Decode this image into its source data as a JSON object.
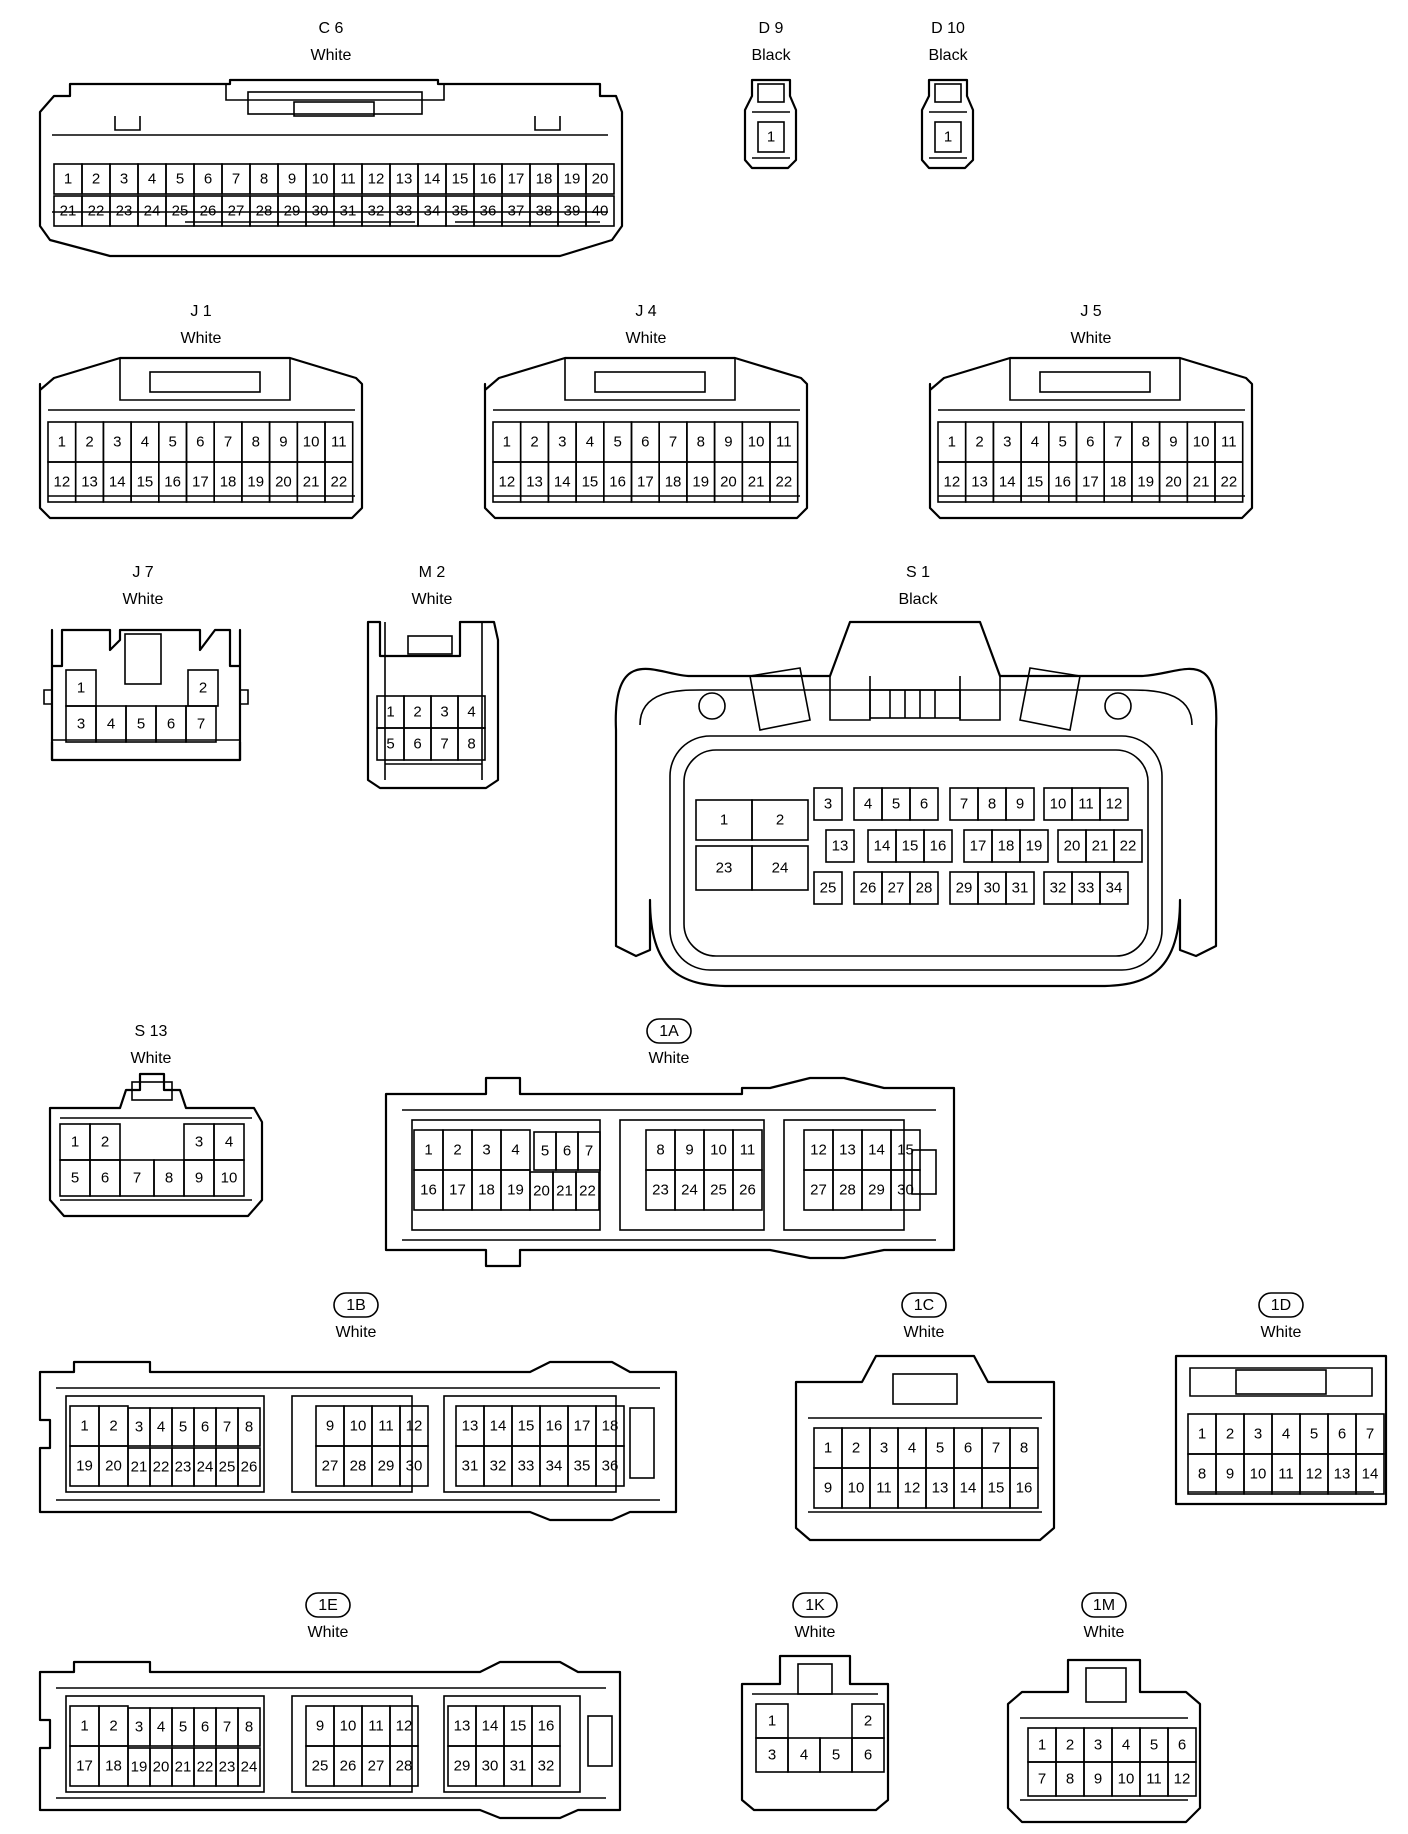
{
  "connectors": [
    {
      "id": "C6",
      "code": "C 6",
      "color": "White",
      "boxed": false,
      "pins": [
        "1",
        "2",
        "3",
        "4",
        "5",
        "6",
        "7",
        "8",
        "9",
        "10",
        "11",
        "12",
        "13",
        "14",
        "15",
        "16",
        "17",
        "18",
        "19",
        "20",
        "21",
        "22",
        "23",
        "24",
        "25",
        "26",
        "27",
        "28",
        "29",
        "30",
        "31",
        "32",
        "33",
        "34",
        "35",
        "36",
        "37",
        "38",
        "39",
        "40"
      ]
    },
    {
      "id": "D9",
      "code": "D 9",
      "color": "Black",
      "boxed": false,
      "pins": [
        "1"
      ]
    },
    {
      "id": "D10",
      "code": "D 10",
      "color": "Black",
      "boxed": false,
      "pins": [
        "1"
      ]
    },
    {
      "id": "J1",
      "code": "J 1",
      "color": "White",
      "boxed": false,
      "pins": [
        "1",
        "2",
        "3",
        "4",
        "5",
        "6",
        "7",
        "8",
        "9",
        "10",
        "11",
        "12",
        "13",
        "14",
        "15",
        "16",
        "17",
        "18",
        "19",
        "20",
        "21",
        "22"
      ]
    },
    {
      "id": "J4",
      "code": "J 4",
      "color": "White",
      "boxed": false,
      "pins": [
        "1",
        "2",
        "3",
        "4",
        "5",
        "6",
        "7",
        "8",
        "9",
        "10",
        "11",
        "12",
        "13",
        "14",
        "15",
        "16",
        "17",
        "18",
        "19",
        "20",
        "21",
        "22"
      ]
    },
    {
      "id": "J5",
      "code": "J 5",
      "color": "White",
      "boxed": false,
      "pins": [
        "1",
        "2",
        "3",
        "4",
        "5",
        "6",
        "7",
        "8",
        "9",
        "10",
        "11",
        "12",
        "13",
        "14",
        "15",
        "16",
        "17",
        "18",
        "19",
        "20",
        "21",
        "22"
      ]
    },
    {
      "id": "J7",
      "code": "J 7",
      "color": "White",
      "boxed": false,
      "pins": [
        "1",
        "2",
        "3",
        "4",
        "5",
        "6",
        "7"
      ]
    },
    {
      "id": "M2",
      "code": "M 2",
      "color": "White",
      "boxed": false,
      "pins": [
        "1",
        "2",
        "3",
        "4",
        "5",
        "6",
        "7",
        "8"
      ]
    },
    {
      "id": "S1",
      "code": "S 1",
      "color": "Black",
      "boxed": false,
      "pins": [
        "1",
        "2",
        "3",
        "4",
        "5",
        "6",
        "7",
        "8",
        "9",
        "10",
        "11",
        "12",
        "13",
        "14",
        "15",
        "16",
        "17",
        "18",
        "19",
        "20",
        "21",
        "22",
        "23",
        "24",
        "25",
        "26",
        "27",
        "28",
        "29",
        "30",
        "31",
        "32",
        "33",
        "34"
      ]
    },
    {
      "id": "S13",
      "code": "S 13",
      "color": "White",
      "boxed": false,
      "pins": [
        "1",
        "2",
        "3",
        "4",
        "5",
        "6",
        "7",
        "8",
        "9",
        "10"
      ]
    },
    {
      "id": "1A",
      "code": "1A",
      "color": "White",
      "boxed": true,
      "pins": [
        "1",
        "2",
        "3",
        "4",
        "5",
        "6",
        "7",
        "8",
        "9",
        "10",
        "11",
        "12",
        "13",
        "14",
        "15",
        "16",
        "17",
        "18",
        "19",
        "20",
        "21",
        "22",
        "23",
        "24",
        "25",
        "26",
        "27",
        "28",
        "29",
        "30"
      ]
    },
    {
      "id": "1B",
      "code": "1B",
      "color": "White",
      "boxed": true,
      "pins": [
        "1",
        "2",
        "3",
        "4",
        "5",
        "6",
        "7",
        "8",
        "9",
        "10",
        "11",
        "12",
        "13",
        "14",
        "15",
        "16",
        "17",
        "18",
        "19",
        "20",
        "21",
        "22",
        "23",
        "24",
        "25",
        "26",
        "27",
        "28",
        "29",
        "30",
        "31",
        "32",
        "33",
        "34",
        "35",
        "36"
      ]
    },
    {
      "id": "1C",
      "code": "1C",
      "color": "White",
      "boxed": true,
      "pins": [
        "1",
        "2",
        "3",
        "4",
        "5",
        "6",
        "7",
        "8",
        "9",
        "10",
        "11",
        "12",
        "13",
        "14",
        "15",
        "16"
      ]
    },
    {
      "id": "1D",
      "code": "1D",
      "color": "White",
      "boxed": true,
      "pins": [
        "1",
        "2",
        "3",
        "4",
        "5",
        "6",
        "7",
        "8",
        "9",
        "10",
        "11",
        "12",
        "13",
        "14"
      ]
    },
    {
      "id": "1E",
      "code": "1E",
      "color": "White",
      "boxed": true,
      "pins": [
        "1",
        "2",
        "3",
        "4",
        "5",
        "6",
        "7",
        "8",
        "9",
        "10",
        "11",
        "12",
        "13",
        "14",
        "15",
        "16",
        "17",
        "18",
        "19",
        "20",
        "21",
        "22",
        "23",
        "24",
        "25",
        "26",
        "27",
        "28",
        "29",
        "30",
        "31",
        "32"
      ]
    },
    {
      "id": "1K",
      "code": "1K",
      "color": "White",
      "boxed": true,
      "pins": [
        "1",
        "2",
        "3",
        "4",
        "5",
        "6"
      ]
    },
    {
      "id": "1M",
      "code": "1M",
      "color": "White",
      "boxed": true,
      "pins": [
        "1",
        "2",
        "3",
        "4",
        "5",
        "6",
        "7",
        "8",
        "9",
        "10",
        "11",
        "12"
      ]
    }
  ]
}
